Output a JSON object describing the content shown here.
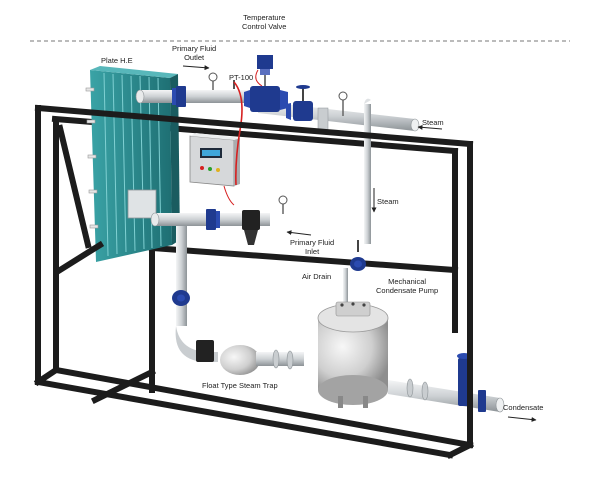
{
  "labels": {
    "temperature_control_valve": [
      "Temperature",
      "Control Valve"
    ],
    "primary_fluid_outlet": [
      "Primary Fluid",
      "Outlet"
    ],
    "plate_he": "Plate H.E",
    "pt100": "PT-100",
    "steam_top": "Steam",
    "steam_vertical": "Steam",
    "primary_fluid_inlet": [
      "Primary Fluid",
      "Inlet"
    ],
    "air_drain": "Air Drain",
    "mechanical_condensate_pump": [
      "Mechanical",
      "Condensate Pump"
    ],
    "float_type_steam_trap": "Float Type Steam Trap",
    "condensate": "Condensate"
  },
  "colors": {
    "frame": "#1c1c1c",
    "plate_he": "#2f8f93",
    "valve": "#1f3a8f",
    "pipe": "#cfd3d6",
    "pump_vessel": "#d9d9d9",
    "control_panel": "#d6d8da",
    "sensor_wire": "#d62020"
  }
}
